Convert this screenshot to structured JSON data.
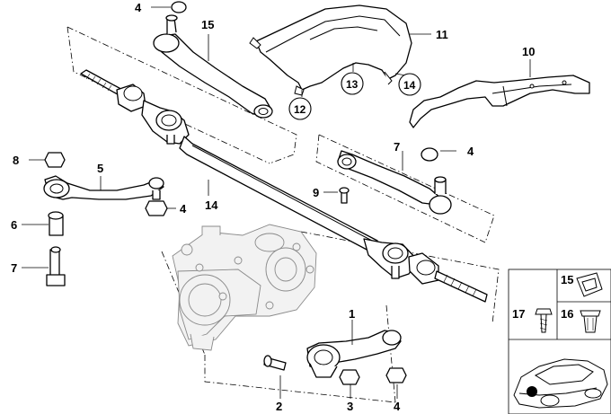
{
  "diagram": {
    "callouts": [
      {
        "id": "c1",
        "label": "1"
      },
      {
        "id": "c2",
        "label": "2"
      },
      {
        "id": "c3",
        "label": "3"
      },
      {
        "id": "c4a",
        "label": "4"
      },
      {
        "id": "c4b",
        "label": "4"
      },
      {
        "id": "c4c",
        "label": "4"
      },
      {
        "id": "c4d",
        "label": "4"
      },
      {
        "id": "c5",
        "label": "5"
      },
      {
        "id": "c6",
        "label": "6"
      },
      {
        "id": "c7",
        "label": "7"
      },
      {
        "id": "c8",
        "label": "8"
      },
      {
        "id": "c9",
        "label": "9"
      },
      {
        "id": "c10",
        "label": "10"
      },
      {
        "id": "c11",
        "label": "11"
      },
      {
        "id": "c12",
        "label": "12"
      },
      {
        "id": "c13",
        "label": "13"
      },
      {
        "id": "c14",
        "label": "14"
      },
      {
        "id": "c15",
        "label": "15"
      },
      {
        "id": "c16",
        "label": "16"
      },
      {
        "id": "c17",
        "label": "17"
      }
    ],
    "legend_box": {
      "items": [
        {
          "id": "l15",
          "label": "15"
        },
        {
          "id": "l17",
          "label": "17"
        },
        {
          "id": "l16",
          "label": "16"
        }
      ]
    }
  }
}
